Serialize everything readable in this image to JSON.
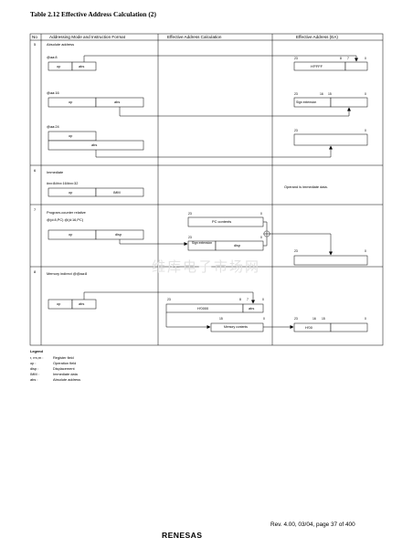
{
  "page": {
    "table_title": "Table 2.12    Effective Address Calculation (2)",
    "watermark": "维库电子市场网",
    "footer_ref": "Rev. 4.00, 03/04, page 37 of 400",
    "logo": "RENESAS"
  },
  "table": {
    "headers": [
      "No",
      "Addressing Mode and Instruction Format",
      "Effective Address Calculation",
      "Effective Address (EA)"
    ],
    "rows": [
      {
        "no": "5",
        "mode": "Absolute address",
        "formats": [
          {
            "label": "@aa:8",
            "fields": [
              "op",
              "abs"
            ],
            "ea_bits": [
              "23",
              "8",
              "7",
              "0"
            ],
            "ea_fields": [
              "H'FFFF",
              ""
            ]
          },
          {
            "label": "@aa:16",
            "fields": [
              "op",
              "abs"
            ],
            "ea_bits": [
              "23",
              "16",
              "15",
              "0"
            ],
            "ea_fields": [
              "Sign extension",
              ""
            ]
          },
          {
            "label": "@aa:24",
            "fields": [
              "op",
              "abs"
            ],
            "ea_bits": [
              "23",
              "0"
            ],
            "ea_fields": [
              ""
            ]
          }
        ]
      },
      {
        "no": "6",
        "mode": "Immediate",
        "format_label": "#xx:8/#xx:16/#xx:32",
        "fields": [
          "op",
          "IMM"
        ],
        "ea_text": "Operand is immediate data."
      },
      {
        "no": "7",
        "mode": "Program-counter relative",
        "format_label": "@(d:8,PC) @(d:16,PC)",
        "fields": [
          "op",
          "disp"
        ],
        "calc": {
          "pc_bits": [
            "23",
            "0"
          ],
          "pc_label": "PC contents",
          "disp_bits": [
            "23",
            "0"
          ],
          "disp_fields": [
            "Sign extension",
            "disp"
          ]
        },
        "ea_bits": [
          "23",
          "0"
        ]
      },
      {
        "no": "8",
        "mode": "Memory indirect  @@aa:8",
        "fields": [
          "op",
          "abs"
        ],
        "calc": {
          "top_bits": [
            "23",
            "8",
            "7",
            "0"
          ],
          "top_fields": [
            "H'0000",
            "abs"
          ],
          "mem_bits": [
            "15",
            "0"
          ],
          "mem_label": "Memory contents"
        },
        "ea_bits": [
          "23",
          "16",
          "15",
          "0"
        ],
        "ea_fields": [
          "H'00",
          ""
        ]
      }
    ]
  },
  "legend": {
    "title": "Legend",
    "items": [
      {
        "key": "r, rm,rn :",
        "desc": "Register field"
      },
      {
        "key": "op :",
        "desc": "Operation field"
      },
      {
        "key": "disp :",
        "desc": "Displacement"
      },
      {
        "key": "IMM :",
        "desc": "Immediate data"
      },
      {
        "key": "abs :",
        "desc": "Absolute address"
      }
    ]
  }
}
